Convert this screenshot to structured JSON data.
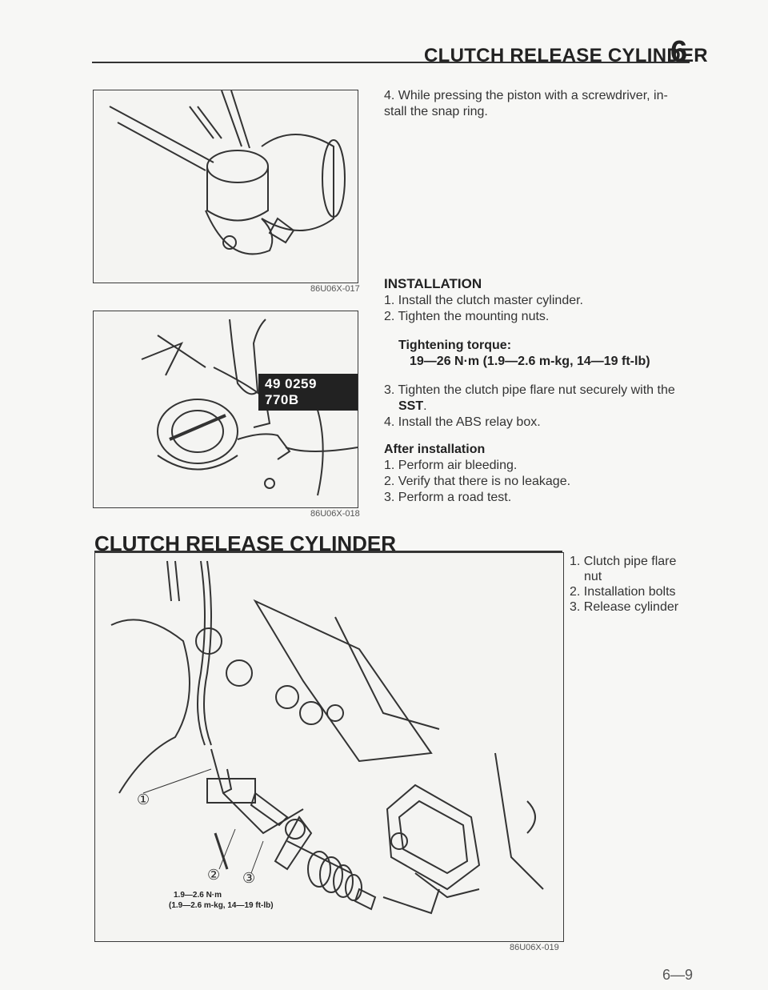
{
  "header": {
    "title": "CLUTCH RELEASE CYLINDER",
    "chapter": "6"
  },
  "figure1": {
    "code": "86U06X-017"
  },
  "figure2": {
    "code": "86U06X-018",
    "sst_label": "49 0259 770B"
  },
  "step4": "4. While pressing the piston with a screwdriver, in-\nstall the snap ring.",
  "installation": {
    "heading": "INSTALLATION",
    "steps": [
      "1. Install the clutch master cylinder.",
      "2. Tighten the mounting nuts."
    ],
    "torque_heading": "Tightening torque:",
    "torque_value": "19—26 N·m (1.9—2.6 m-kg, 14—19 ft-lb)",
    "step3_text": "3. Tighten the clutch pipe flare nut securely with the",
    "step3_sst": "SST",
    "step3_end": ".",
    "step4": "4. Install the ABS relay box."
  },
  "after": {
    "heading": "After installation",
    "steps": [
      "1. Perform air bleeding.",
      "2. Verify that there is no leakage.",
      "3. Perform a road test."
    ]
  },
  "section": {
    "title": "CLUTCH RELEASE CYLINDER"
  },
  "figure3": {
    "code": "86U06X-019",
    "callouts": [
      "①",
      "②",
      "③"
    ],
    "torque_line1": "1.9—2.6 N·m",
    "torque_line2": "(1.9—2.6 m-kg, 14—19 ft-lb)"
  },
  "legend": {
    "item1a": "1. Clutch pipe flare",
    "item1b": "nut",
    "item2": "2. Installation bolts",
    "item3": "3. Release cylinder"
  },
  "footer": {
    "page": "6—9"
  }
}
